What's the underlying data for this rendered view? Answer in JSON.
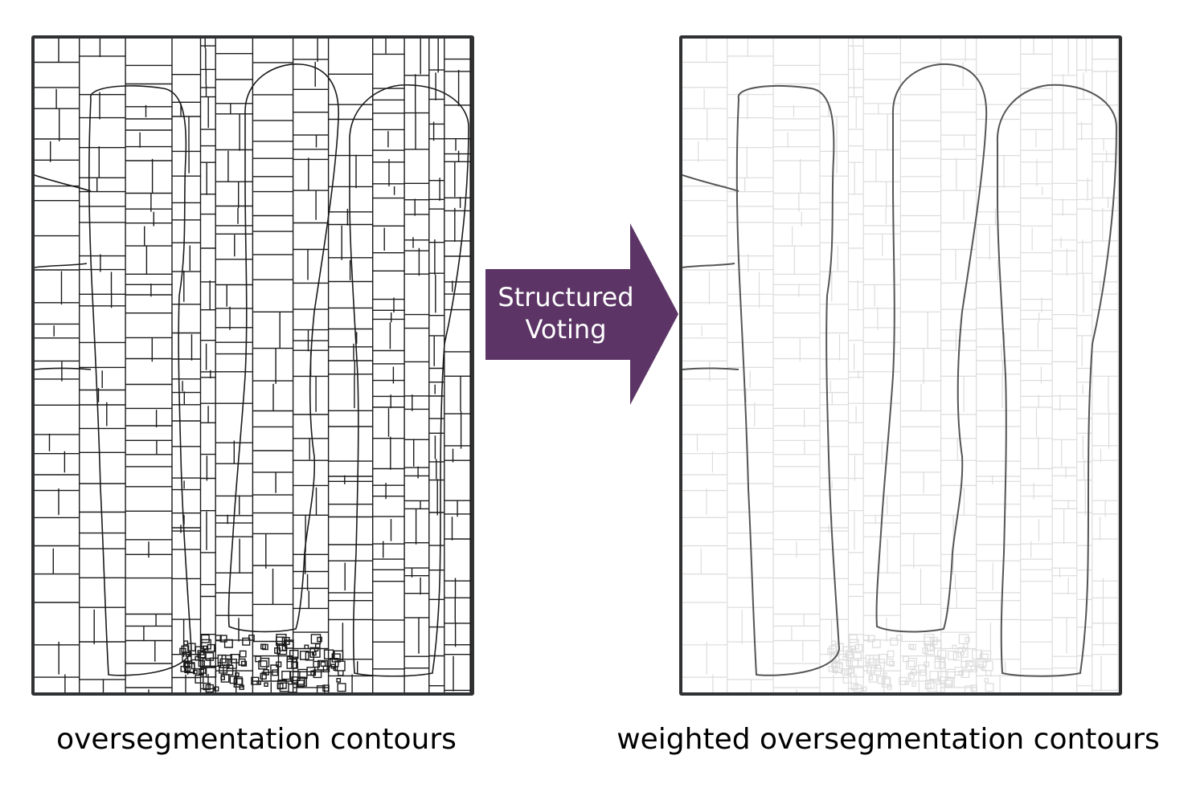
{
  "panels": {
    "left_caption": "oversegmentation contours",
    "right_caption": "weighted oversegmentation contours"
  },
  "arrow": {
    "label_line1": "Structured",
    "label_line2": "Voting",
    "color": "#5c3566"
  },
  "colors": {
    "frame": "#2f3133",
    "contour_dark": "#1a1a1a",
    "contour_strong": "#555555",
    "contour_weak": "#dcdcdc"
  }
}
